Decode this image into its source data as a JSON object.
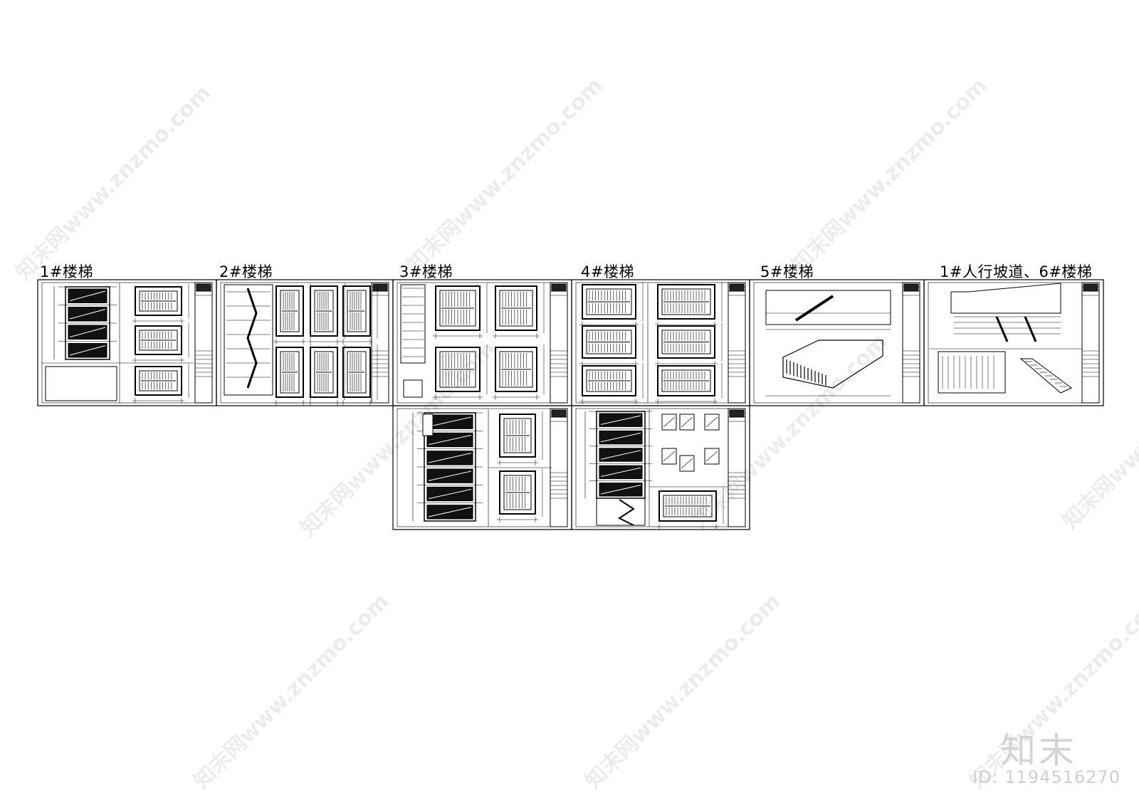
{
  "sheet_titles": [
    "1#楼梯",
    "2#楼梯",
    "3#楼梯",
    "4#楼梯",
    "5#楼梯",
    "1#人行坡道、6#楼梯"
  ],
  "watermark_text": "知末网www.znzmo.com",
  "brand": {
    "logo": "知末",
    "id_label": "ID: 1194516270"
  },
  "colors": {
    "line": "#000000",
    "background": "#ffffff",
    "watermark": "#d0d0d0"
  }
}
